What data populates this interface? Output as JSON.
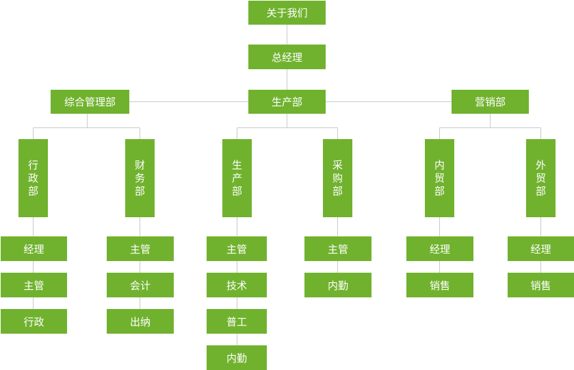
{
  "root": {
    "label": "关于我们"
  },
  "ceo": {
    "label": "总经理"
  },
  "divisions": [
    {
      "label": "综合管理部",
      "departments": [
        {
          "label": "行政部",
          "roles": [
            "经理",
            "主管",
            "行政"
          ]
        },
        {
          "label": "财务部",
          "roles": [
            "主管",
            "会计",
            "出纳"
          ]
        }
      ]
    },
    {
      "label": "生产部",
      "departments": [
        {
          "label": "生产部",
          "roles": [
            "主管",
            "技术",
            "普工",
            "内勤"
          ]
        },
        {
          "label": "采购部",
          "roles": [
            "主管",
            "内勤"
          ]
        }
      ]
    },
    {
      "label": "营销部",
      "departments": [
        {
          "label": "内贸部",
          "roles": [
            "经理",
            "销售"
          ]
        },
        {
          "label": "外贸部",
          "roles": [
            "经理",
            "销售"
          ]
        }
      ]
    }
  ],
  "colors": {
    "box": "#70b22e",
    "line": "#c9c9c9",
    "text": "#ffffff"
  }
}
